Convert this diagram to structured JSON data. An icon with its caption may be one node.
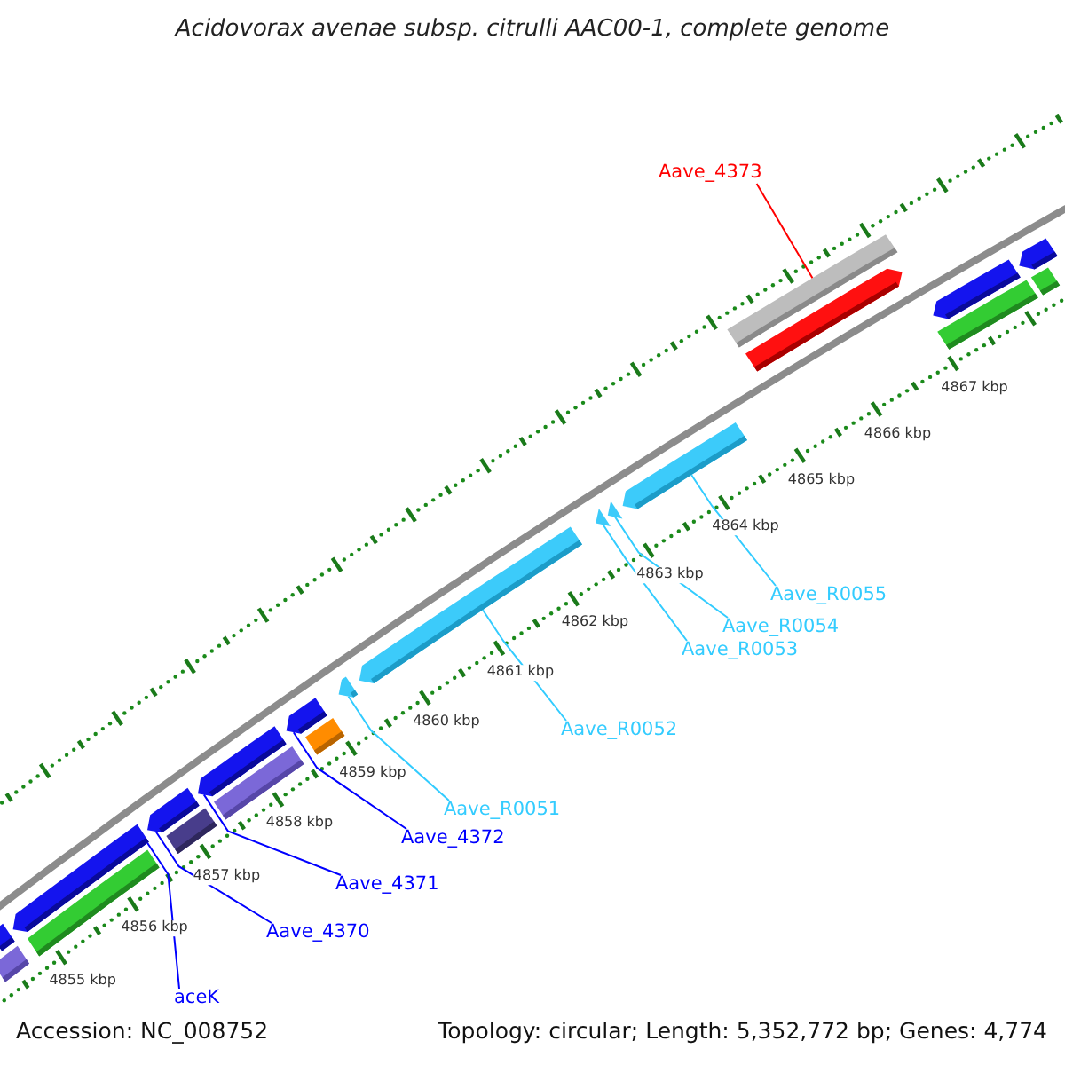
{
  "diagram": {
    "title": "Acidovorax avenae subsp. citrulli AAC00-1, complete genome",
    "nodes": [
      {
        "text": [
          "Aave_4373"
        ]
      },
      {
        "text": [
          "Aave_R0055"
        ]
      },
      {
        "text": [
          "Aave_R0054"
        ]
      },
      {
        "text": [
          "Aave_R0053"
        ]
      },
      {
        "text": [
          "Aave_R0052"
        ]
      },
      {
        "text": [
          "Aave_R0051"
        ]
      },
      {
        "text": [
          "Aave_4372"
        ]
      },
      {
        "text": [
          "Aave_4371"
        ]
      },
      {
        "text": [
          "Aave_4370"
        ]
      },
      {
        "text": [
          "aceK"
        ]
      },
      {
        "text": [],
        "shape": "bar"
      },
      {
        "text": [],
        "shape": "bar"
      },
      {
        "text": [],
        "shape": "arrow"
      },
      {
        "text": [],
        "shape": "bar"
      },
      {
        "text": [],
        "shape": "arrow"
      },
      {
        "text": [],
        "shape": "bar"
      },
      {
        "text": [],
        "shape": "arrow"
      },
      {
        "text": [],
        "shape": "bar"
      },
      {
        "text": [],
        "shape": "arrow"
      },
      {
        "text": [],
        "shape": "bar"
      },
      {
        "text": [],
        "shape": "arrow"
      },
      {
        "text": [],
        "shape": "arrow"
      },
      {
        "text": [],
        "shape": "arrow"
      },
      {
        "text": [],
        "shape": "arrow"
      },
      {
        "text": [],
        "shape": "arrow"
      },
      {
        "text": [],
        "shape": "bar"
      },
      {
        "text": [],
        "shape": "arrow"
      },
      {
        "text": [],
        "shape": "bar"
      },
      {
        "text": [],
        "shape": "arrow"
      },
      {
        "text": [],
        "shape": "bar"
      },
      {
        "text": [],
        "shape": "arrow"
      }
    ],
    "edges": [
      {
        "from": 0,
        "to": 25,
        "arrow": "none",
        "color": "#ff0000"
      },
      {
        "from": 1,
        "to": 24,
        "arrow": "none"
      },
      {
        "from": 2,
        "to": 23,
        "arrow": "none"
      },
      {
        "from": 3,
        "to": 22,
        "arrow": "none"
      },
      {
        "from": 4,
        "to": 21,
        "arrow": "none"
      },
      {
        "from": 5,
        "to": 20,
        "arrow": "none"
      },
      {
        "from": 6,
        "to": 18,
        "arrow": "none",
        "color": "#0000ff"
      },
      {
        "from": 7,
        "to": 16,
        "arrow": "none",
        "color": "#0000ff"
      },
      {
        "from": 8,
        "to": 14,
        "arrow": "none",
        "color": "#0000ff"
      },
      {
        "from": 9,
        "to": 12,
        "arrow": "none",
        "color": "#0000ff"
      }
    ],
    "labels": [
      "4867 kbp",
      "4866 kbp",
      "4865 kbp",
      "4864 kbp",
      "4863 kbp",
      "4862 kbp",
      "4861 kbp",
      "4860 kbp",
      "4859 kbp",
      "4858 kbp",
      "4857 kbp",
      "4856 kbp",
      "4855 kbp",
      "Accession: NC_008752",
      "Topology: circular; Length: 5,352,772 bp; Genes: 4,774"
    ]
  }
}
